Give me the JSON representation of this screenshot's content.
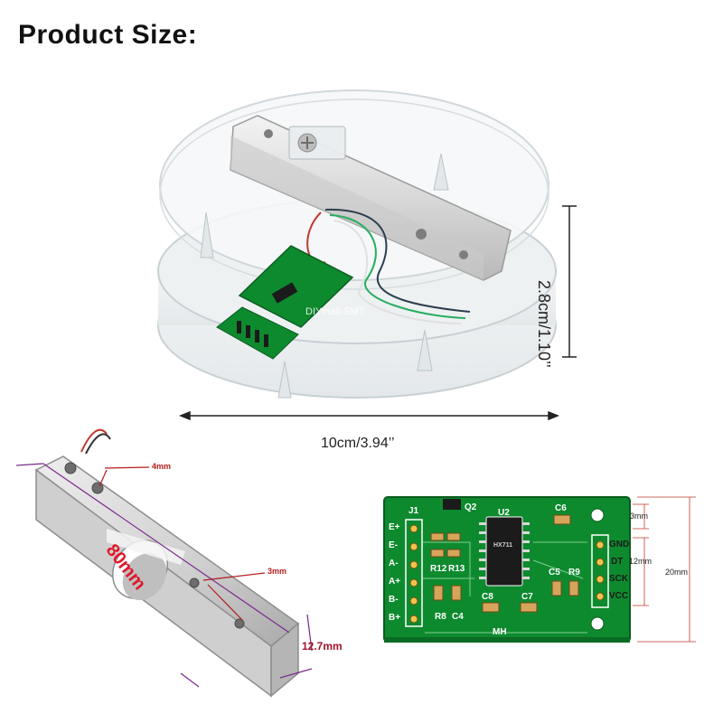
{
  "title": "Product Size:",
  "top_dims": {
    "height": "2.8cm/1.10’’",
    "width": "10cm/3.94’’"
  },
  "watermark": "DIYmall-SMT",
  "load_cell": {
    "length": "80mm",
    "hole_large": "4mm",
    "hole_small": "3mm",
    "width": "12.7mm"
  },
  "pcb": {
    "left_header": "J1",
    "left_pins": [
      "E+",
      "E-",
      "A-",
      "A+",
      "B-",
      "B+"
    ],
    "right_pins": [
      "GND",
      "DT",
      "SCK",
      "VCC"
    ],
    "components": {
      "q2": "Q2",
      "u2": "U2",
      "c6": "C6",
      "c5": "C5",
      "r9": "R9",
      "c8": "C8",
      "c7": "C7",
      "r12": "R12",
      "r13": "R13",
      "r8": "R8",
      "c4": "C4",
      "mh": "MH",
      "chip_text": "HX711"
    },
    "dims": {
      "top": "3mm",
      "middle": "12mm",
      "overall": "20mm"
    }
  },
  "colors": {
    "pcb_green": "#0e8a2e",
    "dim_red": "#b51c1c",
    "purple_dim": "#7b2b8c"
  }
}
